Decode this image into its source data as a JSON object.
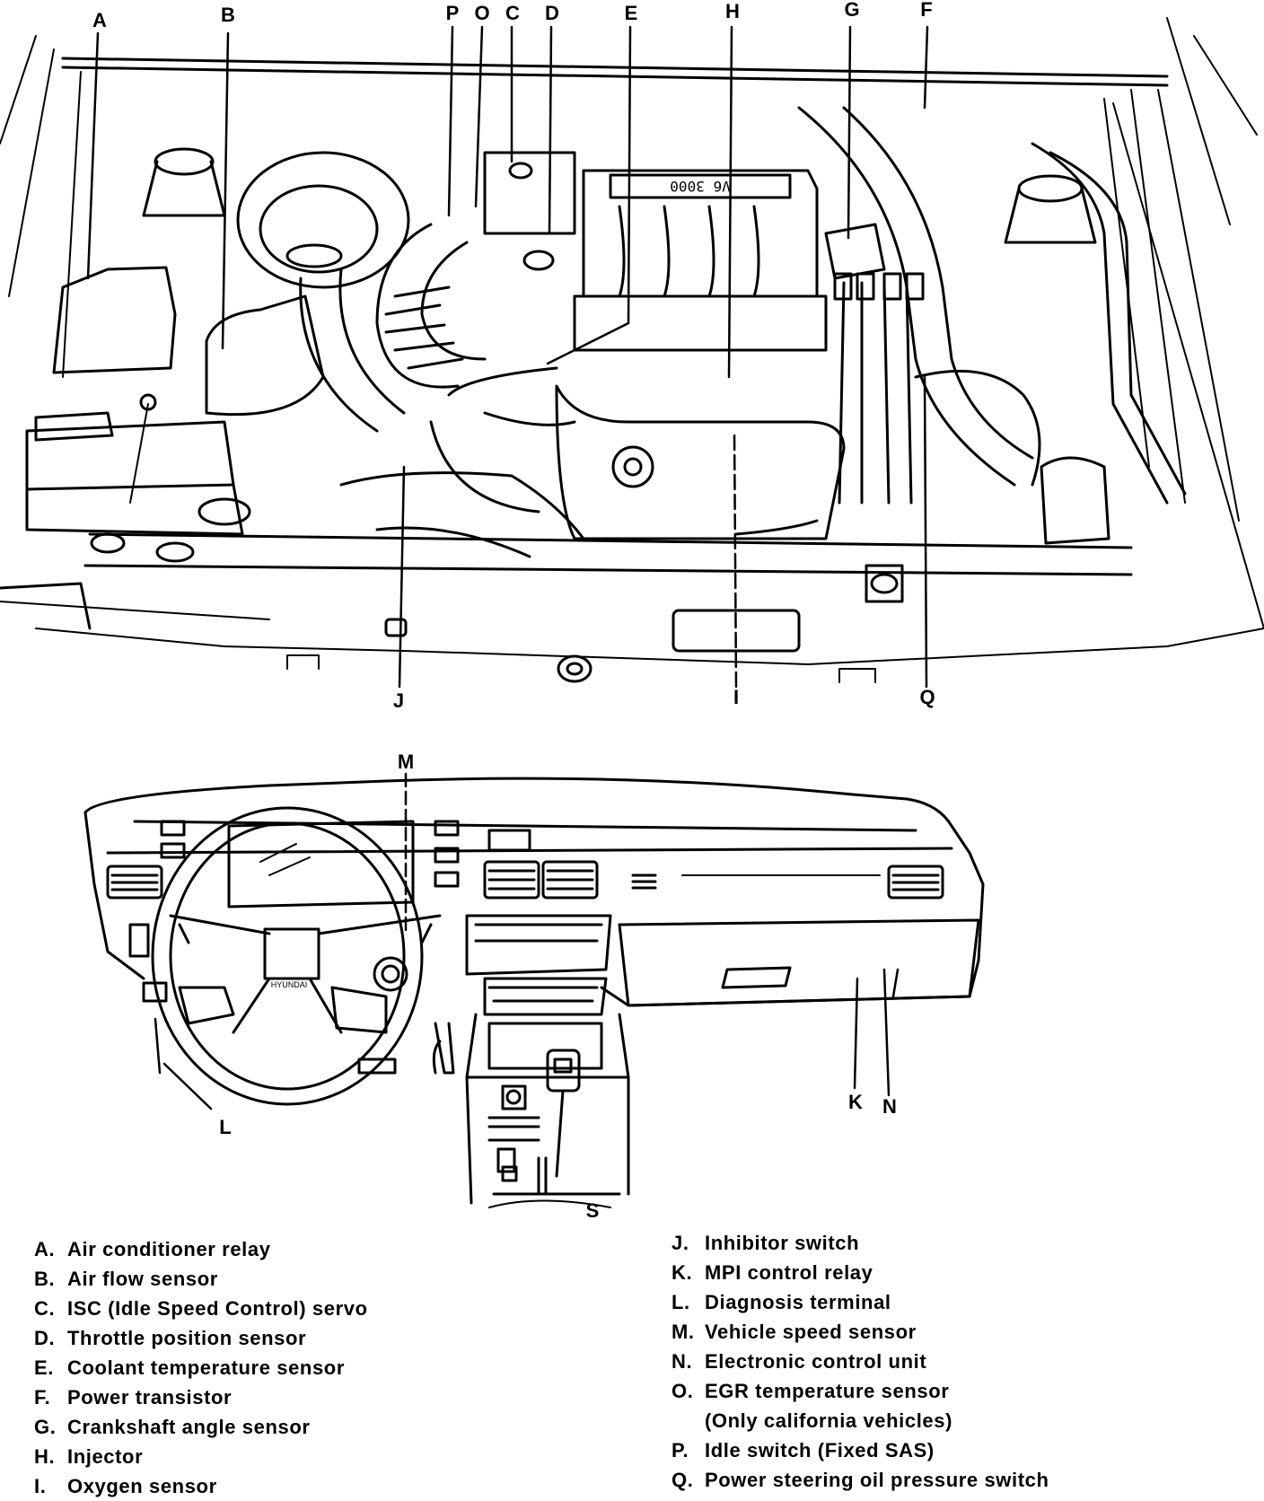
{
  "engine_callouts": [
    "A",
    "B",
    "P",
    "O",
    "C",
    "D",
    "E",
    "H",
    "G",
    "F",
    "J",
    "I",
    "Q"
  ],
  "dash_callouts": [
    "M",
    "L",
    "K",
    "N",
    "S"
  ],
  "engine_cover_text": "V6 3000",
  "steering_badge": "HYUNDAI",
  "legend_left": [
    {
      "key": "A.",
      "text": "Air conditioner relay"
    },
    {
      "key": "B.",
      "text": "Air flow sensor"
    },
    {
      "key": "C.",
      "text": "ISC (Idle Speed Control) servo"
    },
    {
      "key": "D.",
      "text": "Throttle position sensor"
    },
    {
      "key": "E.",
      "text": "Coolant temperature sensor"
    },
    {
      "key": "F.",
      "text": "Power transistor"
    },
    {
      "key": "G.",
      "text": "Crankshaft angle sensor"
    },
    {
      "key": "H.",
      "text": "Injector"
    },
    {
      "key": "I.",
      "text": "Oxygen sensor"
    }
  ],
  "legend_right": [
    {
      "key": "J.",
      "text": "Inhibitor switch"
    },
    {
      "key": "K.",
      "text": "MPI control relay"
    },
    {
      "key": "L.",
      "text": "Diagnosis terminal"
    },
    {
      "key": "M.",
      "text": "Vehicle speed sensor"
    },
    {
      "key": "N.",
      "text": "Electronic control unit"
    },
    {
      "key": "O.",
      "text": "EGR temperature sensor",
      "cont": "(Only california vehicles)"
    },
    {
      "key": "P.",
      "text": "Idle switch (Fixed SAS)"
    },
    {
      "key": "Q.",
      "text": "Power steering oil pressure switch"
    }
  ]
}
